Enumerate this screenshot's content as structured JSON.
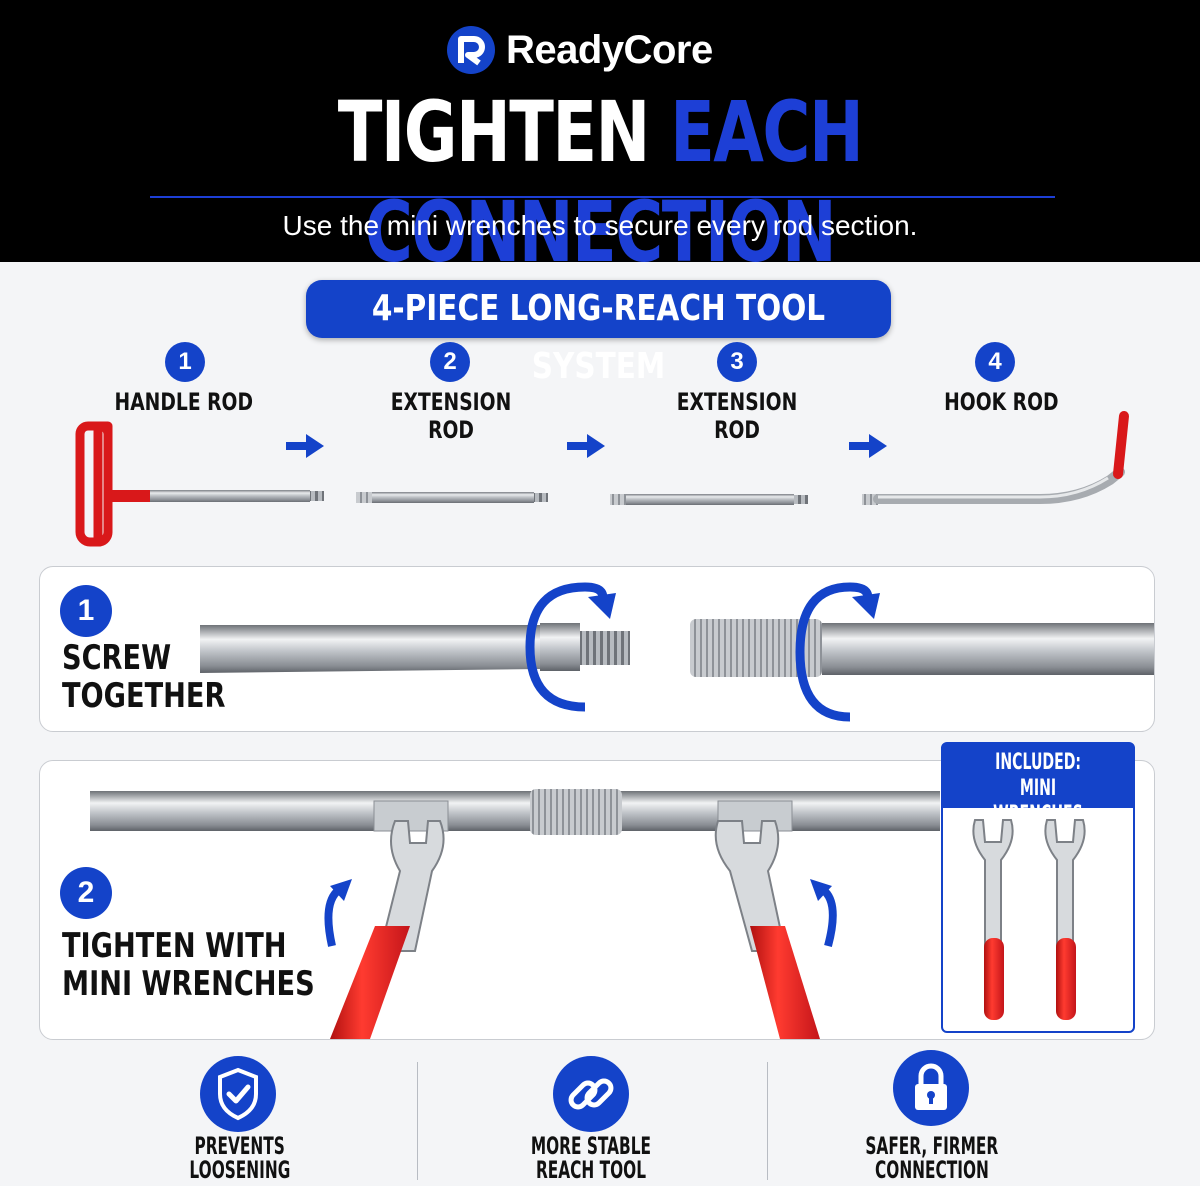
{
  "brand": {
    "name": "ReadyCore",
    "logo_icon": "r-logo-icon"
  },
  "header": {
    "title_part1": "TIGHTEN",
    "title_part2": "EACH CONNECTION",
    "subtitle": "Use the mini wrenches to secure every rod section."
  },
  "system": {
    "title": "4-PIECE LONG-REACH TOOL SYSTEM",
    "steps": [
      {
        "num": "1",
        "label": "HANDLE ROD"
      },
      {
        "num": "2",
        "label": "EXTENSION ROD"
      },
      {
        "num": "3",
        "label": "EXTENSION ROD"
      },
      {
        "num": "4",
        "label": "HOOK ROD"
      }
    ]
  },
  "instructions": [
    {
      "num": "1",
      "line1": "SCREW",
      "line2": "TOGETHER"
    },
    {
      "num": "2",
      "line1": "TIGHTEN WITH",
      "line2": "MINI WRENCHES"
    }
  ],
  "included": {
    "line1": "INCLUDED:",
    "line2": "MINI WRENCHES"
  },
  "features": [
    {
      "icon": "shield-check-icon",
      "line1": "PREVENTS",
      "line2": "LOOSENING"
    },
    {
      "icon": "chain-link-icon",
      "line1": "MORE STABLE",
      "line2": "REACH TOOL"
    },
    {
      "icon": "padlock-icon",
      "line1": "SAFER, FIRMER",
      "line2": "CONNECTION"
    }
  ],
  "colors": {
    "brand_blue": "#1443c9",
    "headline_blue": "#1d3fd6",
    "handle_red": "#d9181a",
    "header_bg": "#000000"
  }
}
